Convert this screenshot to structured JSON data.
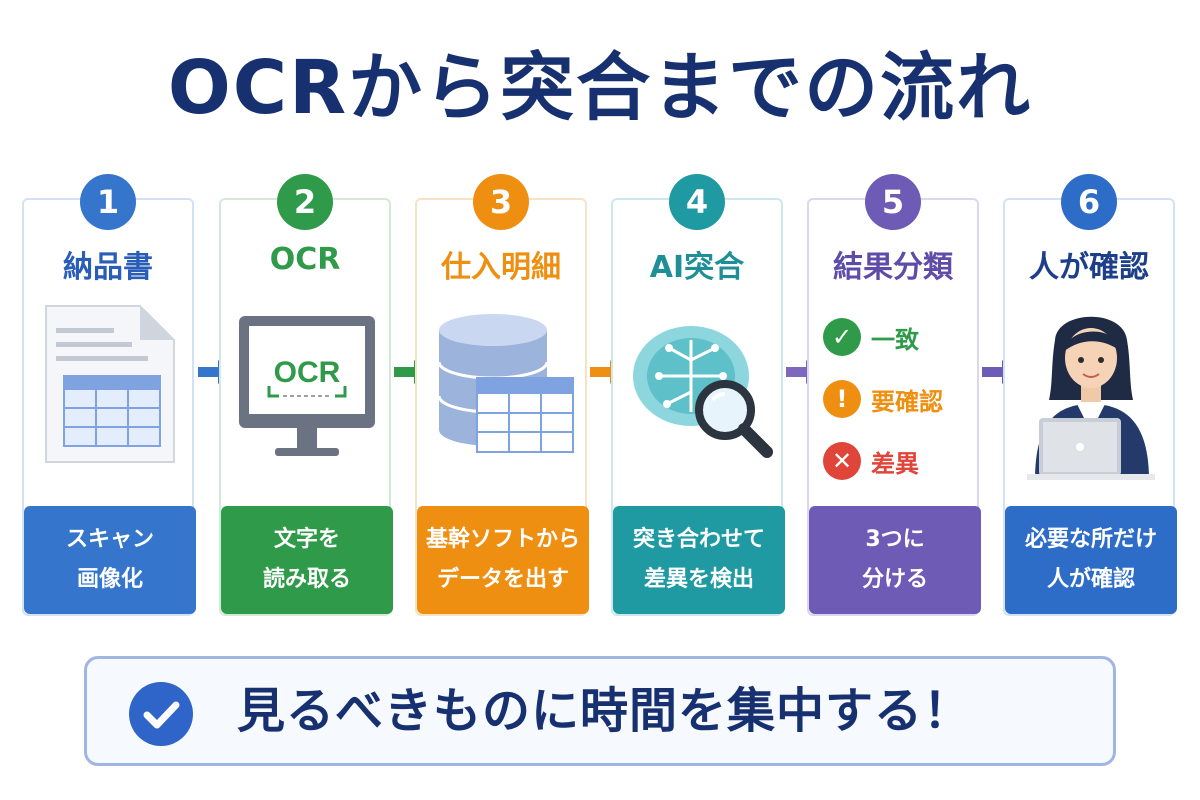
{
  "title": "OCRから突合までの流れ",
  "steps": [
    {
      "number": "1",
      "title": "納品書",
      "desc_line1": "スキャン",
      "desc_line2": "画像化",
      "color": "#3576cc",
      "icon": "document-table-icon"
    },
    {
      "number": "2",
      "title": "OCR",
      "desc_line1": "文字を",
      "desc_line2": "読み取る",
      "color": "#2f9a49",
      "icon": "monitor-ocr-icon",
      "screen_text": "OCR"
    },
    {
      "number": "3",
      "title": "仕入明細",
      "desc_line1": "基幹ソフトから",
      "desc_line2": "データを出す",
      "color": "#ef8f12",
      "icon": "database-table-icon"
    },
    {
      "number": "4",
      "title": "AI突合",
      "desc_line1": "突き合わせて",
      "desc_line2": "差異を検出",
      "color": "#1f9aa3",
      "icon": "ai-brain-magnifier-icon"
    },
    {
      "number": "5",
      "title": "結果分類",
      "desc_line1": "3つに",
      "desc_line2": "分ける",
      "color": "#6e5bb5",
      "icon": "result-list-icon",
      "results": [
        {
          "label": "一致",
          "color": "#2f9a49",
          "icon": "check-icon"
        },
        {
          "label": "要確認",
          "color": "#ef8f12",
          "icon": "exclamation-icon"
        },
        {
          "label": "差異",
          "color": "#e0453a",
          "icon": "cross-icon"
        }
      ]
    },
    {
      "number": "6",
      "title": "人が確認",
      "desc_line1": "必要な所だけ",
      "desc_line2": "人が確認",
      "color": "#2d6cc7",
      "icon": "person-laptop-icon"
    }
  ],
  "footer": {
    "text": "見るべきものに時間を集中する！",
    "icon": "check-circle-icon"
  }
}
